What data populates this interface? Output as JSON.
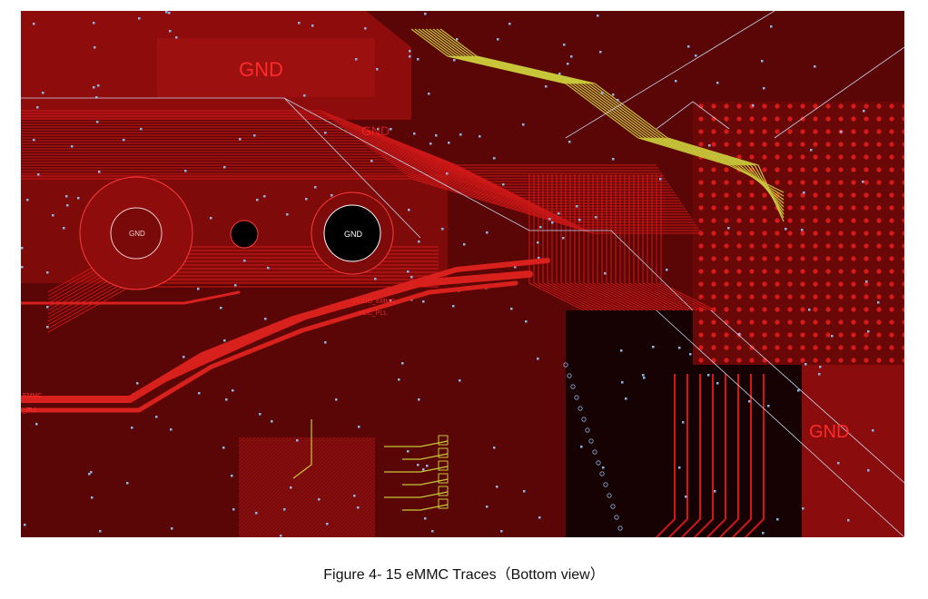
{
  "figure": {
    "caption": "Figure 4- 15 eMMC Traces（Bottom view）"
  },
  "pcb": {
    "labels": {
      "gnd_top": "GND",
      "gnd_mid": "GND",
      "gnd_right": "GND",
      "hole_left": "GND",
      "hole_right": "GND",
      "net_vccio_emmc": "VCCIO_EMMC",
      "net_vcc_pll": "VCC_PLL",
      "net_emmc_left": "EMMC",
      "net_pll_left": "_PLL"
    },
    "colors": {
      "board": "#5a0606",
      "copper_pour": "#8e0c0c",
      "trace": "#d01818",
      "trace_bright": "#ff3030",
      "emmc_trace": "#c8c83a",
      "via": "#8fb4e8",
      "void": "#1a0202",
      "outline": "#c8d4ee"
    }
  }
}
